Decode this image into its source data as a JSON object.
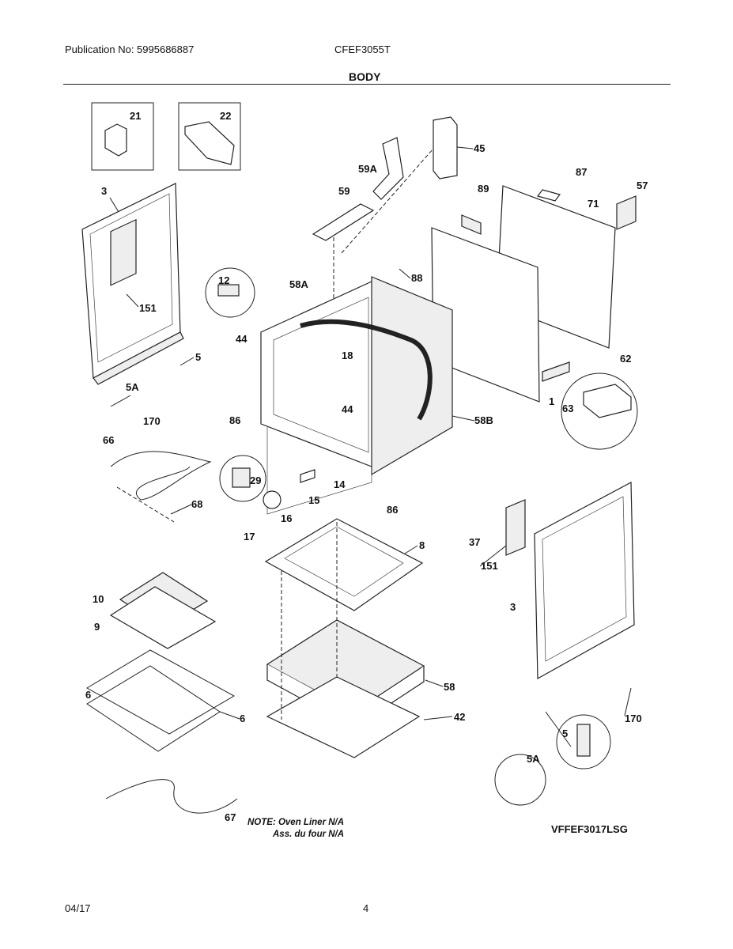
{
  "header": {
    "publication": "Publication No: 5995686887",
    "model": "CFEF3055T",
    "section_title": "BODY"
  },
  "diagram": {
    "callouts": [
      "21",
      "22",
      "45",
      "59A",
      "87",
      "57",
      "3",
      "59",
      "89",
      "71",
      "12",
      "58A",
      "88",
      "151",
      "44",
      "18",
      "5",
      "62",
      "5A",
      "44",
      "170",
      "86",
      "1",
      "63",
      "58B",
      "66",
      "29",
      "14",
      "68",
      "15",
      "86",
      "16",
      "17",
      "8",
      "37",
      "151",
      "10",
      "3",
      "9",
      "58",
      "6",
      "6",
      "42",
      "170",
      "5",
      "5A",
      "67"
    ],
    "note_line1": "NOTE: Oven Liner N/A",
    "note_line2": "Ass. du four N/A",
    "diagram_code": "VFFEF3017LSG"
  },
  "footer": {
    "date": "04/17",
    "page": "4"
  }
}
